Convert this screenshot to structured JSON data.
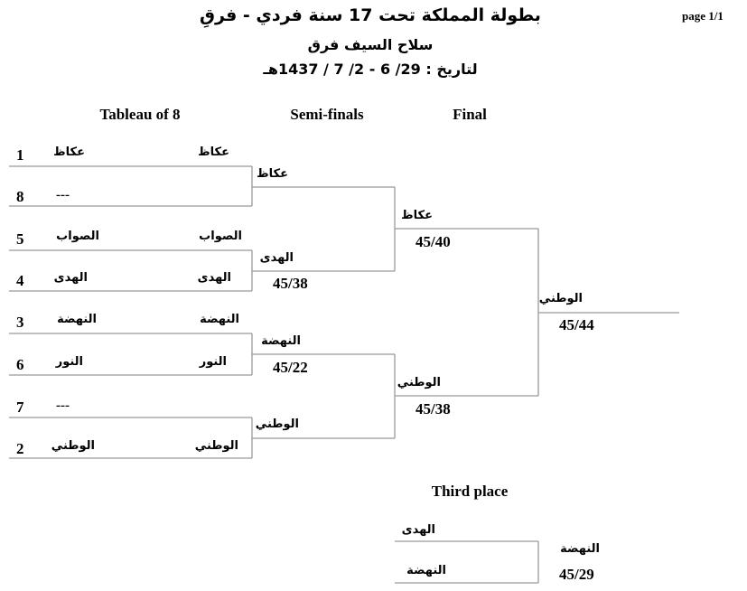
{
  "header": {
    "title": "بطولة المملكة تحت 17 سنة فردي - فرقِ",
    "subtitle": "سلاح السيف فرق",
    "date": "لتاريخ : 29/ 6 - 2/ 7 / 1437هـ",
    "page": "page 1/1"
  },
  "columns": {
    "t8": "Tableau of 8",
    "semi": "Semi-finals",
    "final": "Final"
  },
  "tableau": [
    {
      "seed": "1",
      "name": "عكاظ",
      "advance": "عكاظ"
    },
    {
      "seed": "8",
      "name": "---",
      "advance": ""
    },
    {
      "seed": "5",
      "name": "الصواب",
      "advance": "الصواب"
    },
    {
      "seed": "4",
      "name": "الهدى",
      "advance": "الهدى"
    },
    {
      "seed": "3",
      "name": "النهضة",
      "advance": "النهضة"
    },
    {
      "seed": "6",
      "name": "النور",
      "advance": "النور"
    },
    {
      "seed": "7",
      "name": "---",
      "advance": ""
    },
    {
      "seed": "2",
      "name": "الوطني",
      "advance": "الوطني"
    }
  ],
  "semis": [
    {
      "name": "عكاظ",
      "score": ""
    },
    {
      "name": "الهدى",
      "score": "45/38"
    },
    {
      "name": "النهضة",
      "score": "45/22"
    },
    {
      "name": "الوطني",
      "score": ""
    }
  ],
  "final": [
    {
      "name": "عكاظ",
      "score": "45/40"
    },
    {
      "name": "الوطني",
      "score": "45/38"
    }
  ],
  "winner": {
    "name": "الوطني",
    "score": "45/44"
  },
  "third_place": {
    "title": "Third place",
    "teams": [
      "الهدى",
      "النهضة"
    ],
    "winner": "النهضة",
    "score": "45/29"
  }
}
